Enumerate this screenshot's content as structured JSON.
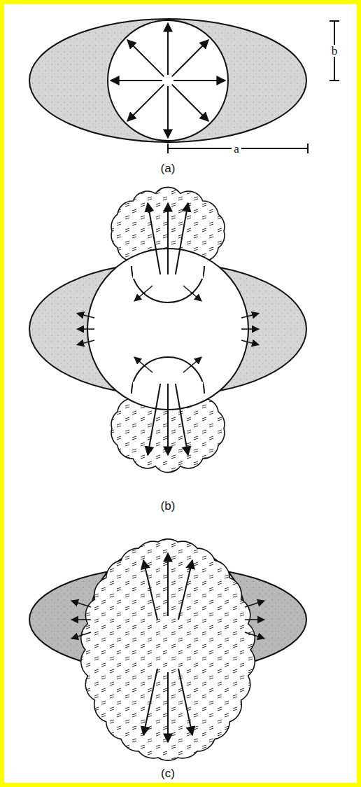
{
  "diagram": {
    "labels": [
      "b",
      "a",
      "(a)",
      "(b)",
      "(c)"
    ]
  }
}
